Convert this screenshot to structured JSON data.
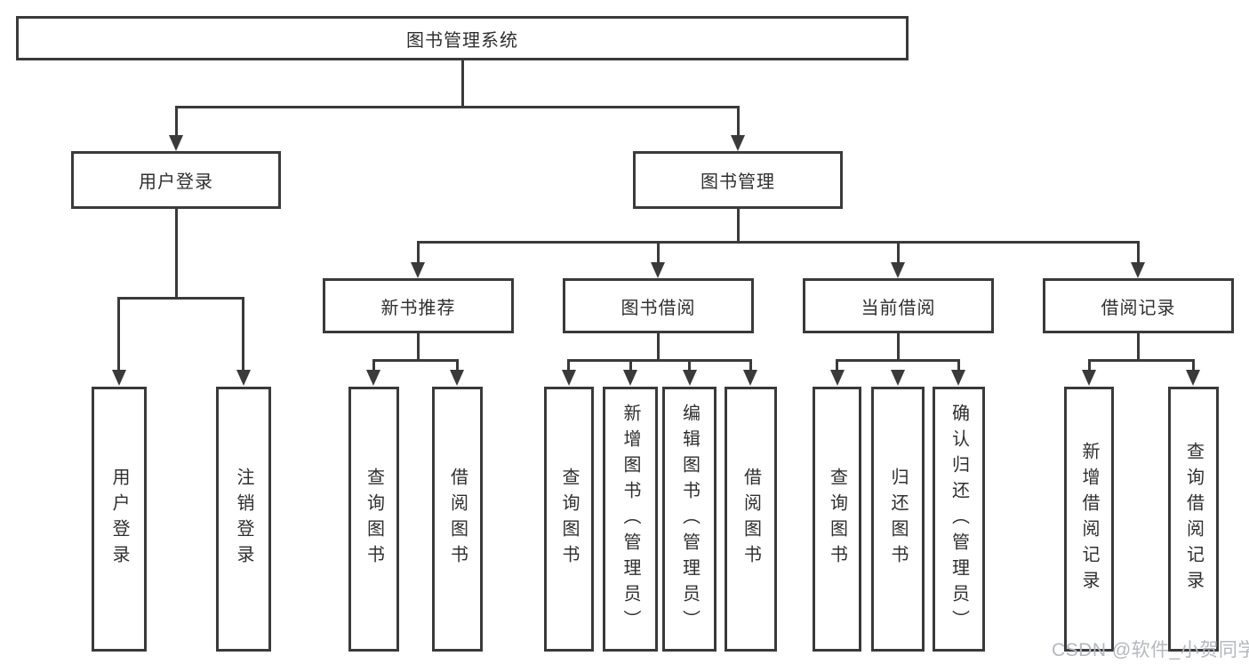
{
  "diagram": {
    "root": {
      "label": "图书管理系统"
    },
    "user_login": {
      "label": "用户登录",
      "children": [
        {
          "label": "用户登录"
        },
        {
          "label": "注销登录"
        }
      ]
    },
    "book_mgmt": {
      "label": "图书管理",
      "children": [
        {
          "label": "新书推荐",
          "children": [
            {
              "label": "查询图书"
            },
            {
              "label": "借阅图书"
            }
          ]
        },
        {
          "label": "图书借阅",
          "children": [
            {
              "label": "查询图书"
            },
            {
              "label": "新增图书（管理员）"
            },
            {
              "label": "编辑图书（管理员）"
            },
            {
              "label": "借阅图书"
            }
          ]
        },
        {
          "label": "当前借阅",
          "children": [
            {
              "label": "查询图书"
            },
            {
              "label": "归还图书"
            },
            {
              "label": "确认归还（管理员）"
            }
          ]
        },
        {
          "label": "借阅记录",
          "children": [
            {
              "label": "新增借阅记录"
            },
            {
              "label": "查询借阅记录"
            }
          ]
        }
      ]
    }
  },
  "watermark": {
    "text": "CSDN @软件_小贺同学"
  },
  "colors": {
    "line": "#3a3a3a",
    "text": "#2f2f2f",
    "watermark": "#b3b8bf",
    "background": "#ffffff"
  }
}
